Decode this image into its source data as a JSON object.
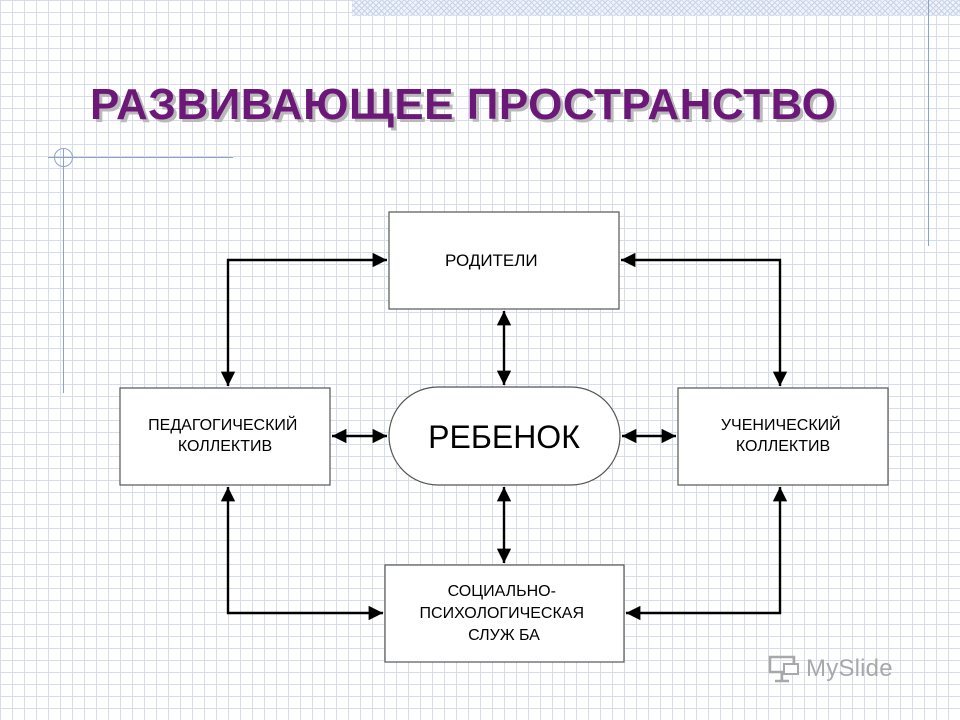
{
  "slide": {
    "title": "РАЗВИВАЮЩЕЕ ПРОСТРАНСТВО"
  },
  "diagram": {
    "nodes": {
      "parents": {
        "lines": [
          "РОДИТЕЛИ"
        ]
      },
      "child": {
        "lines": [
          "РЕБЕНОК"
        ]
      },
      "teachers": {
        "lines": [
          "ПЕДАГОГИЧЕСКИЙ",
          "КОЛЛЕКТИВ"
        ]
      },
      "students": {
        "lines": [
          "УЧЕНИЧЕСКИЙ",
          "КОЛЛЕКТИВ"
        ]
      },
      "service": {
        "lines": [
          "СОЦИАЛЬНО-",
          "ПСИХОЛОГИЧЕСКАЯ",
          "СЛУЖ БА"
        ]
      }
    },
    "connections": [
      {
        "from": "child",
        "to": "parents",
        "direction": "both"
      },
      {
        "from": "child",
        "to": "service",
        "direction": "both"
      },
      {
        "from": "child",
        "to": "teachers",
        "direction": "both"
      },
      {
        "from": "child",
        "to": "students",
        "direction": "both"
      },
      {
        "from": "teachers",
        "to": "parents",
        "direction": "both"
      },
      {
        "from": "students",
        "to": "parents",
        "direction": "both"
      },
      {
        "from": "teachers",
        "to": "service",
        "direction": "both"
      },
      {
        "from": "students",
        "to": "service",
        "direction": "both"
      }
    ]
  },
  "logo": {
    "text": "MySlide",
    "icon": "presentation-icon"
  }
}
